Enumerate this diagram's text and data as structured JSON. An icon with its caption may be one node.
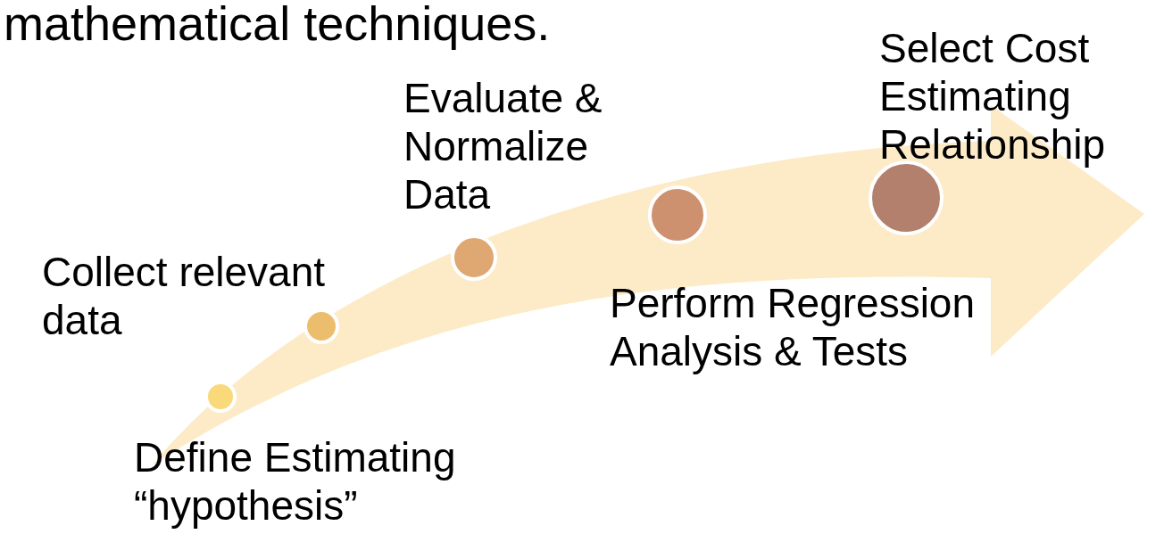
{
  "diagram": {
    "nodes": [
      {
        "text": [],
        "shape": "circle",
        "beside": [
          "Define Estimating “hypothesis”"
        ]
      },
      {
        "text": [],
        "shape": "circle",
        "beside": [
          "Collect relevant data"
        ]
      },
      {
        "text": [],
        "shape": "circle",
        "beside": [
          "Evaluate & Normalize Data"
        ]
      },
      {
        "text": [],
        "shape": "circle",
        "beside": [
          "Perform Regression Analysis & Tests"
        ]
      },
      {
        "text": [],
        "shape": "circle",
        "beside": [
          "Select Cost Estimating Relationship"
        ]
      }
    ],
    "labels": [
      "mathematical techniques."
    ]
  }
}
